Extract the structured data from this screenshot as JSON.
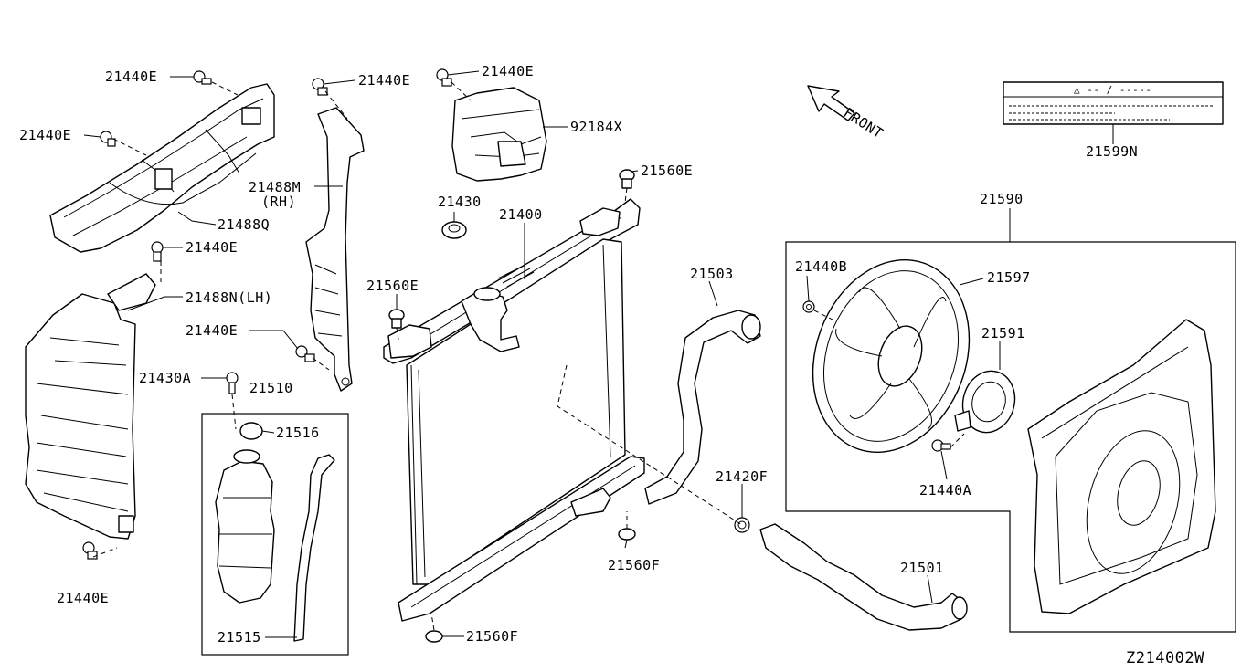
{
  "diagram": {
    "drawing_code": "Z214002W",
    "direction_label": "FRONT",
    "label_placard_text": "△ -- / -----",
    "parts": {
      "p_21440E_1": "21440E",
      "p_21440E_2": "21440E",
      "p_21440E_3": "21440E",
      "p_21440E_4": "21440E",
      "p_21440E_5": "21440E",
      "p_21440E_6": "21440E",
      "p_21440E_7": "21440E",
      "p_21488Q": "21488Q",
      "p_21488N": "21488N(LH)",
      "p_21488M": "21488M",
      "p_21488M_rh": "(RH)",
      "p_92184X": "92184X",
      "p_21430": "21430",
      "p_21400": "21400",
      "p_21560E_1": "21560E",
      "p_21560E_2": "21560E",
      "p_21560F_1": "21560F",
      "p_21560F_2": "21560F",
      "p_21430A": "21430A",
      "p_21510": "21510",
      "p_21516": "21516",
      "p_21515": "21515",
      "p_21503": "21503",
      "p_21501": "21501",
      "p_21420F": "21420F",
      "p_21590": "21590",
      "p_21440B": "21440B",
      "p_21597": "21597",
      "p_21591": "21591",
      "p_21440A": "21440A",
      "p_21599N": "21599N"
    }
  }
}
